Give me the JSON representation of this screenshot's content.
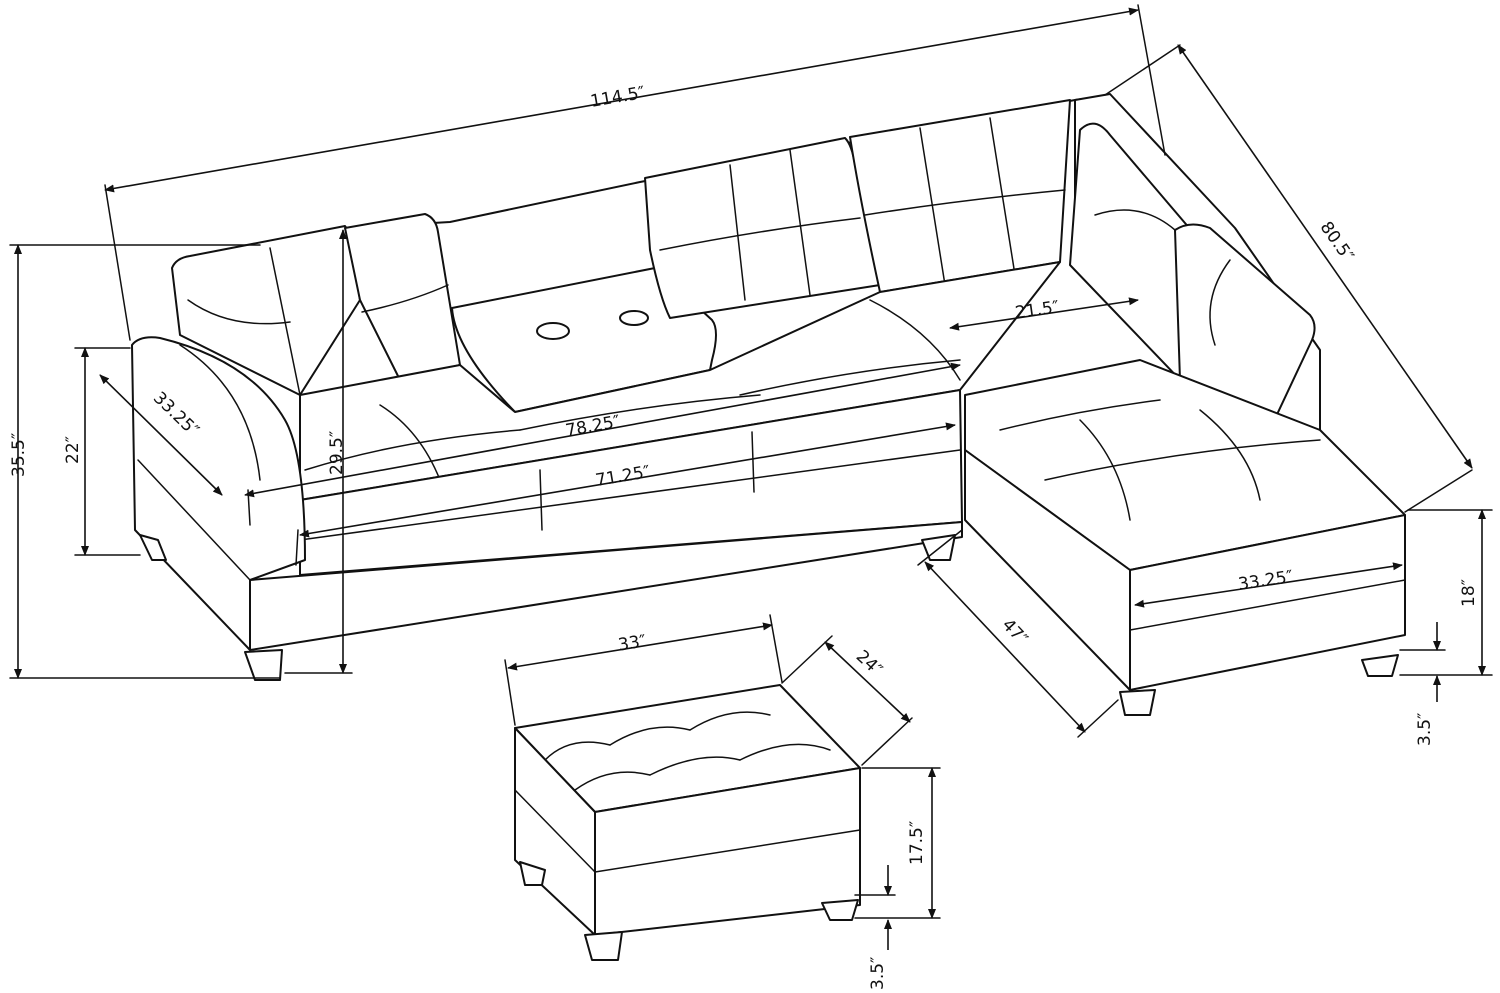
{
  "colors": {
    "line": "#111111",
    "background": "#ffffff"
  },
  "dimensions": {
    "overall_length": "114.5″",
    "chaise_depth_overall": "80.5″",
    "height_overall": "35.5″",
    "arm_height": "22″",
    "arm_depth": "33.25″",
    "back_height": "29.5″",
    "seat_width_with_console": "78.25″",
    "seat_width": "71.25″",
    "chaise_seat_depth": "21.5″",
    "chaise_length": "47″",
    "chaise_width": "33.25″",
    "chaise_seat_height": "18″",
    "chaise_leg_height": "3.5″",
    "ottoman_width": "33″",
    "ottoman_depth": "24″",
    "ottoman_height": "17.5″",
    "ottoman_leg_height": "3.5″"
  }
}
